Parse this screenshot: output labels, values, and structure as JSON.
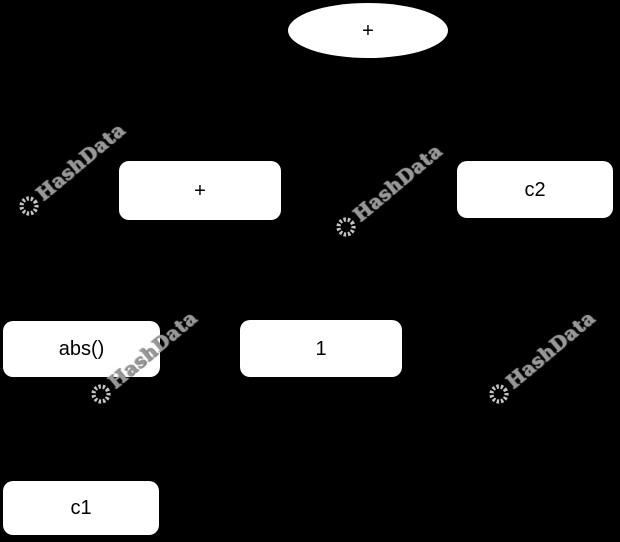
{
  "canvas": {
    "background_color": "#000000",
    "node_fill_color": "#ffffff",
    "node_text_color": "#000000"
  },
  "diagram": {
    "type": "expression-tree",
    "nodes": [
      {
        "id": "root-plus",
        "label": "+",
        "shape": "ellipse"
      },
      {
        "id": "plus",
        "label": "+",
        "shape": "rounded-rect"
      },
      {
        "id": "c2",
        "label": "c2",
        "shape": "rounded-rect"
      },
      {
        "id": "abs",
        "label": "abs()",
        "shape": "rounded-rect"
      },
      {
        "id": "one",
        "label": "1",
        "shape": "rounded-rect"
      },
      {
        "id": "c1",
        "label": "c1",
        "shape": "rounded-rect"
      }
    ]
  },
  "watermark": {
    "text": "HashData",
    "icon": "gear-icon",
    "text_color": "#979797",
    "gear_color": "#c4c4c4",
    "count": 4
  }
}
